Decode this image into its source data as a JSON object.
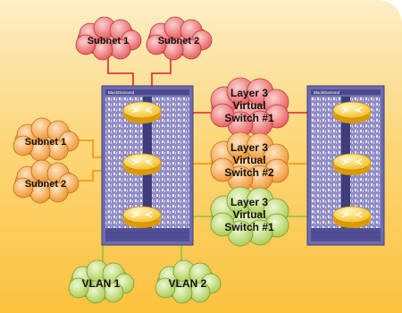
{
  "colors": {
    "background_top": "#fde9b4",
    "background_bottom": "#fbc54a",
    "chassis": "#6f6cae",
    "chassis_dark": "#3f3c7a",
    "router": "#ffd23c",
    "red_link": "#e23a3a",
    "orange_link": "#f39a1e",
    "green_link": "#9ac23c",
    "red_cloud": "#f0787a",
    "orange_cloud": "#f7a64c",
    "green_cloud": "#bcd870"
  },
  "chassis_brand": "BlackDiamond",
  "clouds": {
    "subnet_top_left": "Subnet 1",
    "subnet_top_right": "Subnet 2",
    "subnet_mid_left": "Subnet 1",
    "subnet_low_left": "Subnet 2",
    "vlan_left": "VLAN 1",
    "vlan_right": "VLAN 2",
    "vs_red": [
      "Layer 3",
      "Virtual",
      "Switch #1"
    ],
    "vs_orange": [
      "Layer 3",
      "Virtual",
      "Switch #2"
    ],
    "vs_green": [
      "Layer 3",
      "Virtual",
      "Switch #1"
    ]
  }
}
